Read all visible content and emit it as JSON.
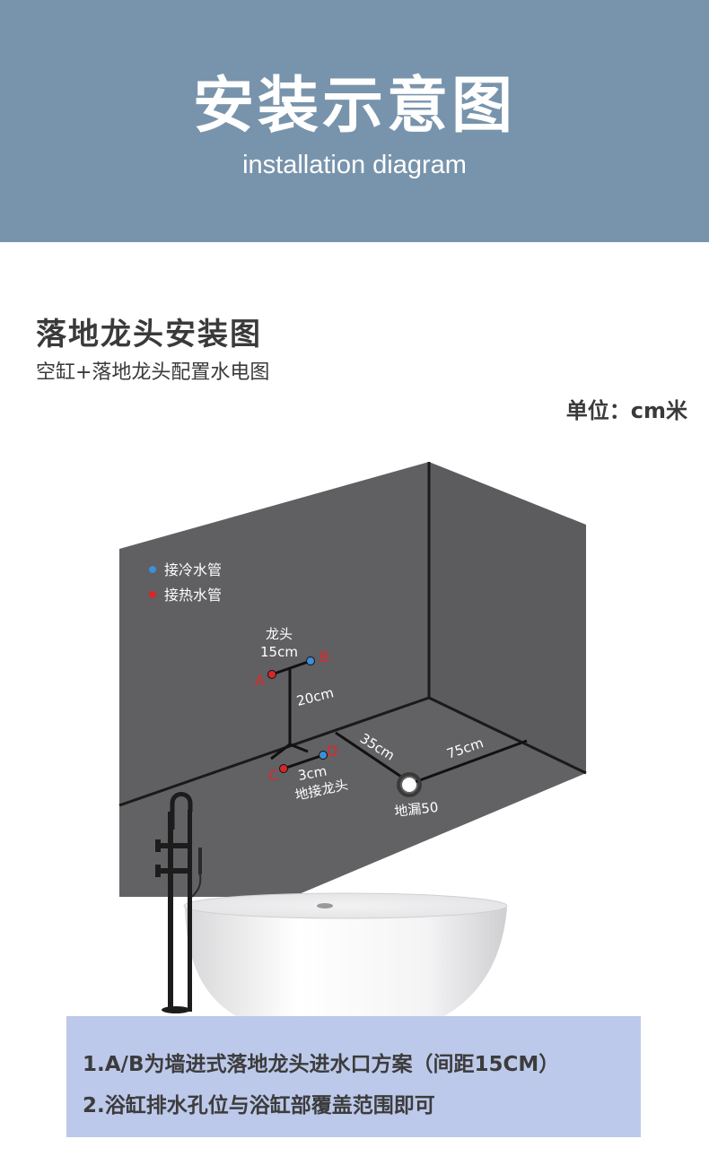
{
  "banner": {
    "title": "安装示意图",
    "subtitle": "installation diagram"
  },
  "section": {
    "heading": "落地龙头安装图",
    "subheading": "空缸+落地龙头配置水电图",
    "unit": "单位：cm米"
  },
  "diagram": {
    "legend": {
      "cold": "接冷水管",
      "hot": "接热水管"
    },
    "faucet_label": "龙头",
    "spacing_top": "15cm",
    "vertical": "20cm",
    "spacing_bottom": "3cm",
    "floor_faucet": "地接龙头",
    "dim_35": "35cm",
    "dim_75": "75cm",
    "drain": "地漏50",
    "points": {
      "a": "A",
      "b": "B",
      "c": "C",
      "d": "D"
    }
  },
  "notes": [
    "1.A/B为墙进式落地龙头进水口方案（间距15CM）",
    "2.浴缸排水孔位与浴缸部覆盖范围即可"
  ],
  "colors": {
    "banner": "#7894ac",
    "wall": "#605f61",
    "cold": "#3d8fd6",
    "hot": "#d8272a",
    "note_box": "#bdc9ea"
  }
}
